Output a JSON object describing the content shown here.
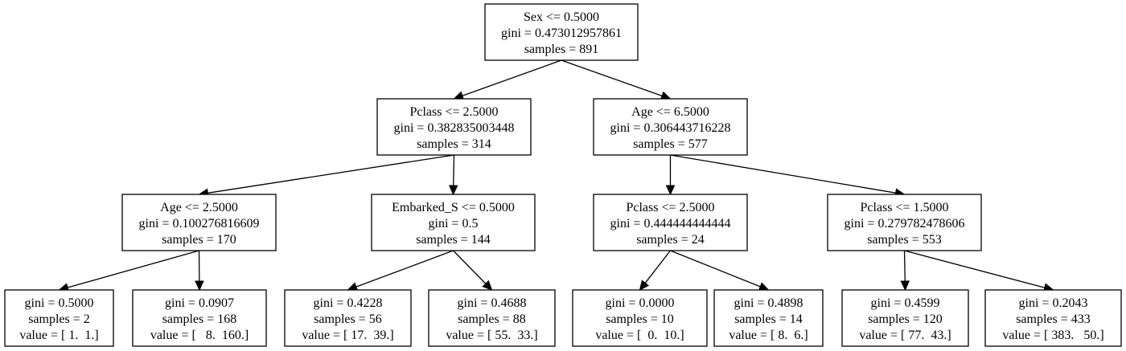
{
  "tree": {
    "nodes": [
      {
        "id": "n0",
        "lines": [
          "Sex <= 0.5000",
          "gini = 0.473012957861",
          "samples = 891"
        ]
      },
      {
        "id": "n1",
        "lines": [
          "Pclass <= 2.5000",
          "gini = 0.382835003448",
          "samples = 314"
        ]
      },
      {
        "id": "n2",
        "lines": [
          "Age <= 6.5000",
          "gini = 0.306443716228",
          "samples = 577"
        ]
      },
      {
        "id": "n3",
        "lines": [
          "Age <= 2.5000",
          "gini = 0.100276816609",
          "samples = 170"
        ]
      },
      {
        "id": "n4",
        "lines": [
          "Embarked_S <= 0.5000",
          "gini = 0.5",
          "samples = 144"
        ]
      },
      {
        "id": "n5",
        "lines": [
          "Pclass <= 2.5000",
          "gini = 0.444444444444",
          "samples = 24"
        ]
      },
      {
        "id": "n6",
        "lines": [
          "Pclass <= 1.5000",
          "gini = 0.279782478606",
          "samples = 553"
        ]
      },
      {
        "id": "n7",
        "lines": [
          "gini = 0.5000",
          "samples = 2",
          "value = [ 1.  1.]"
        ]
      },
      {
        "id": "n8",
        "lines": [
          "gini = 0.0907",
          "samples = 168",
          "value = [   8.  160.]"
        ]
      },
      {
        "id": "n9",
        "lines": [
          "gini = 0.4228",
          "samples = 56",
          "value = [ 17.  39.]"
        ]
      },
      {
        "id": "n10",
        "lines": [
          "gini = 0.4688",
          "samples = 88",
          "value = [ 55.  33.]"
        ]
      },
      {
        "id": "n11",
        "lines": [
          "gini = 0.0000",
          "samples = 10",
          "value = [  0.  10.]"
        ]
      },
      {
        "id": "n12",
        "lines": [
          "gini = 0.4898",
          "samples = 14",
          "value = [ 8.  6.]"
        ]
      },
      {
        "id": "n13",
        "lines": [
          "gini = 0.4599",
          "samples = 120",
          "value = [ 77.  43.]"
        ]
      },
      {
        "id": "n14",
        "lines": [
          "gini = 0.2043",
          "samples = 433",
          "value = [ 383.   50.]"
        ]
      }
    ],
    "edges": [
      [
        "n0",
        "n1"
      ],
      [
        "n0",
        "n2"
      ],
      [
        "n1",
        "n3"
      ],
      [
        "n1",
        "n4"
      ],
      [
        "n2",
        "n5"
      ],
      [
        "n2",
        "n6"
      ],
      [
        "n3",
        "n7"
      ],
      [
        "n3",
        "n8"
      ],
      [
        "n4",
        "n9"
      ],
      [
        "n4",
        "n10"
      ],
      [
        "n5",
        "n11"
      ],
      [
        "n5",
        "n12"
      ],
      [
        "n6",
        "n13"
      ],
      [
        "n6",
        "n14"
      ]
    ]
  }
}
